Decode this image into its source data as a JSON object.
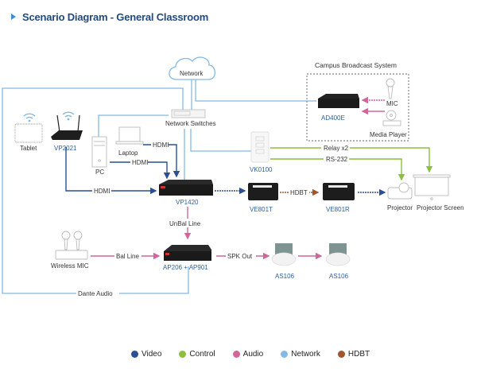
{
  "title": "Scenario Diagram - General Classroom",
  "colors": {
    "video": "#2a4f95",
    "control": "#8cbf3f",
    "audio": "#d0669a",
    "network": "#84b9e3",
    "hdbt": "#a2552a",
    "device_label": "#2e5f9c"
  },
  "nodes": {
    "network": "Network",
    "network_switches": "Network Switches",
    "campus_broadcast": "Campus Broadcast System",
    "ad400e": "AD400E",
    "mic": "MIC",
    "media_player": "Media Player",
    "tablet": "Tablet",
    "vp2021": "VP2021",
    "pc": "PC",
    "laptop": "Laptop",
    "vk0100": "VK0100",
    "vp1420": "VP1420",
    "ve801t": "VE801T",
    "ve801r": "VE801R",
    "projector": "Projector",
    "projector_screen": "Projector Screen",
    "wireless_mic": "Wireless MIC",
    "ap206": "AP206 + AP901",
    "as106_1": "AS106",
    "as106_2": "AS106"
  },
  "links": {
    "hdmi_laptop": "HDMI",
    "hdmi_pc": "HDMI",
    "hdmi_vp2021": "HDMI",
    "hdbt": "HDBT",
    "relay": "Relay x2",
    "rs232": "RS-232",
    "unbal": "UnBal Line",
    "bal": "Bal Line",
    "spk_out": "SPK Out",
    "dante": "Dante Audio"
  },
  "legend": [
    {
      "label": "Video",
      "color": "#2a4f95"
    },
    {
      "label": "Control",
      "color": "#8cbf3f"
    },
    {
      "label": "Audio",
      "color": "#d0669a"
    },
    {
      "label": "Network",
      "color": "#84b9e3"
    },
    {
      "label": "HDBT",
      "color": "#a2552a"
    }
  ]
}
